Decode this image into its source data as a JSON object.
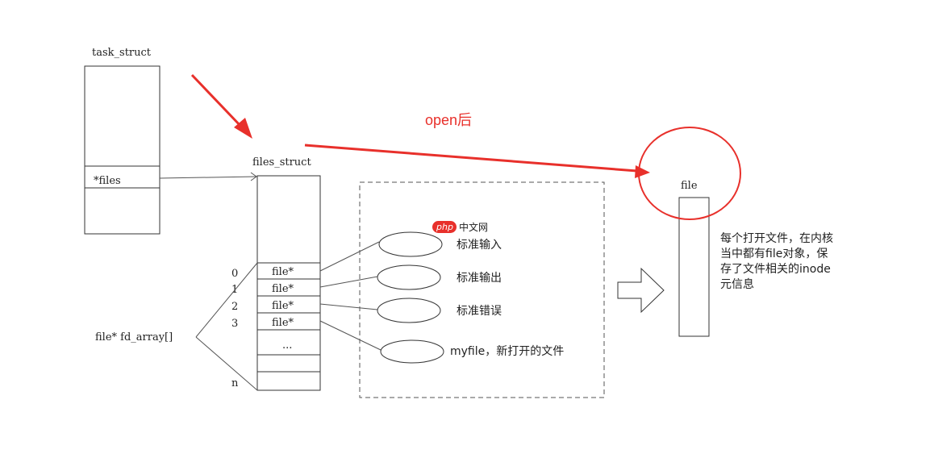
{
  "task_struct": {
    "title": "task_struct",
    "files_field": "*files"
  },
  "files_struct": {
    "title": "files_struct",
    "array_label": "file* fd_array[]",
    "slots": [
      {
        "index": "0",
        "value": "file*"
      },
      {
        "index": "1",
        "value": "file*"
      },
      {
        "index": "2",
        "value": "file*"
      },
      {
        "index": "3",
        "value": "file*"
      },
      {
        "index": "",
        "value": "..."
      },
      {
        "index": "",
        "value": ""
      },
      {
        "index": "n",
        "value": ""
      }
    ]
  },
  "streams": [
    {
      "label": "标准输入"
    },
    {
      "label": "标准输出"
    },
    {
      "label": "标准错误"
    },
    {
      "label": "myfile，新打开的文件"
    }
  ],
  "file_object": {
    "title": "file",
    "description_lines": [
      "每个打开文件，在内核",
      "当中都有file对象，保",
      "存了文件相关的inode",
      "元信息"
    ]
  },
  "annotation": {
    "label": "open后",
    "color": "#e8302b"
  },
  "watermark": {
    "badge": "php",
    "text": "中文网",
    "badge_color": "#e8302b"
  },
  "colors": {
    "line": "#555555",
    "box_border": "#333333"
  }
}
